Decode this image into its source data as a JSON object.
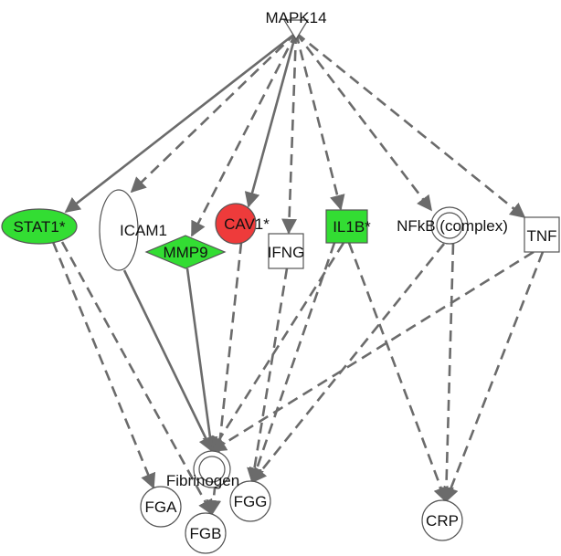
{
  "diagram": {
    "colors": {
      "edge": "#6b6b6b",
      "up_green": "#33dd33",
      "down_red": "#ee3b3b",
      "plain": "#ffffff",
      "outline": "#555555"
    },
    "nodes": {
      "mapk14": {
        "label": "MAPK14",
        "shape": "triangle-down",
        "fill": "#ffffff"
      },
      "stat1": {
        "label": "STAT1*",
        "shape": "ellipse",
        "fill": "#33dd33"
      },
      "icam1": {
        "label": "ICAM1",
        "shape": "tall-ellipse",
        "fill": "#ffffff"
      },
      "mmp9": {
        "label": "MMP9",
        "shape": "diamond",
        "fill": "#33dd33"
      },
      "cav1": {
        "label": "CAV1*",
        "shape": "circle",
        "fill": "#ee3b3b"
      },
      "ifng": {
        "label": "IFNG",
        "shape": "square",
        "fill": "#ffffff"
      },
      "il1b": {
        "label": "IL1B*",
        "shape": "square",
        "fill": "#33dd33"
      },
      "nfkb": {
        "label": "NFkB (complex)",
        "shape": "double-circle",
        "fill": "#ffffff"
      },
      "tnf": {
        "label": "TNF",
        "shape": "square",
        "fill": "#ffffff"
      },
      "fibrinogen": {
        "label": "Fibrinogen",
        "shape": "double-circle",
        "fill": "#ffffff"
      },
      "fga": {
        "label": "FGA",
        "shape": "circle",
        "fill": "#ffffff"
      },
      "fgb": {
        "label": "FGB",
        "shape": "circle",
        "fill": "#ffffff"
      },
      "fgg": {
        "label": "FGG",
        "shape": "circle",
        "fill": "#ffffff"
      },
      "crp": {
        "label": "CRP",
        "shape": "circle",
        "fill": "#ffffff"
      }
    },
    "edges": [
      {
        "from": "mapk14",
        "to": "stat1",
        "style": "solid"
      },
      {
        "from": "mapk14",
        "to": "icam1",
        "style": "dashed"
      },
      {
        "from": "mapk14",
        "to": "mmp9",
        "style": "dashed"
      },
      {
        "from": "mapk14",
        "to": "cav1",
        "style": "solid"
      },
      {
        "from": "mapk14",
        "to": "ifng",
        "style": "dashed"
      },
      {
        "from": "mapk14",
        "to": "il1b",
        "style": "dashed"
      },
      {
        "from": "mapk14",
        "to": "nfkb",
        "style": "dashed"
      },
      {
        "from": "mapk14",
        "to": "tnf",
        "style": "dashed"
      },
      {
        "from": "stat1",
        "to": "fga",
        "style": "dashed"
      },
      {
        "from": "stat1",
        "to": "fgb",
        "style": "dashed"
      },
      {
        "from": "icam1",
        "to": "fibrinogen",
        "style": "solid"
      },
      {
        "from": "mmp9",
        "to": "fibrinogen",
        "style": "solid"
      },
      {
        "from": "cav1",
        "to": "fgb",
        "style": "dashed"
      },
      {
        "from": "ifng",
        "to": "fgg",
        "style": "dashed"
      },
      {
        "from": "il1b",
        "to": "fgg",
        "style": "dashed"
      },
      {
        "from": "il1b",
        "to": "fibrinogen",
        "style": "dashed"
      },
      {
        "from": "il1b",
        "to": "crp",
        "style": "dashed"
      },
      {
        "from": "nfkb",
        "to": "fgg",
        "style": "dashed"
      },
      {
        "from": "nfkb",
        "to": "crp",
        "style": "dashed"
      },
      {
        "from": "tnf",
        "to": "fibrinogen",
        "style": "dashed"
      },
      {
        "from": "tnf",
        "to": "crp",
        "style": "dashed"
      }
    ]
  }
}
